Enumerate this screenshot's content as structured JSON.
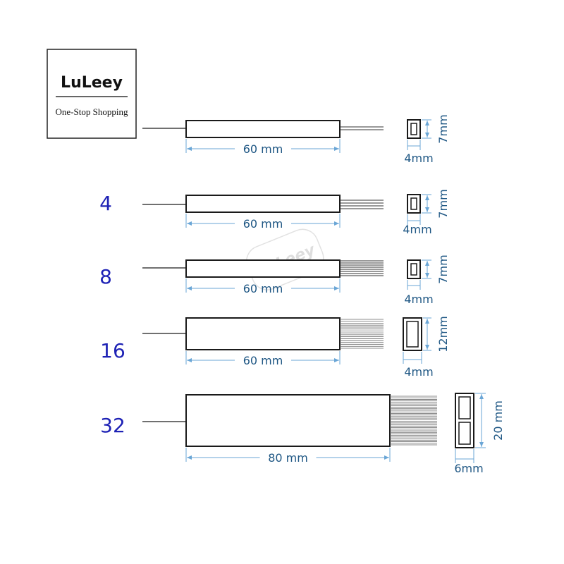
{
  "brand": {
    "name": "LuLeey",
    "tagline": "One-Stop Shopping",
    "watermark": "LuLeey"
  },
  "rows": [
    {
      "label": "",
      "fibers": 2,
      "length": "60 mm",
      "height": "7mm",
      "width": "4mm"
    },
    {
      "label": "4",
      "fibers": 4,
      "length": "60 mm",
      "height": "7mm",
      "width": "4mm"
    },
    {
      "label": "8",
      "fibers": 8,
      "length": "60 mm",
      "height": "7mm",
      "width": "4mm"
    },
    {
      "label": "16",
      "fibers": 16,
      "length": "60 mm",
      "height": "12mm",
      "width": "4mm"
    },
    {
      "label": "32",
      "fibers": 32,
      "length": "80 mm",
      "height": "20 mm",
      "width": "6mm"
    }
  ],
  "colors": {
    "outline": "#1a1a1a",
    "dimension_line": "#6aa6d6",
    "dimension_text": "#1f5784",
    "split_label": "#1e22b5"
  }
}
